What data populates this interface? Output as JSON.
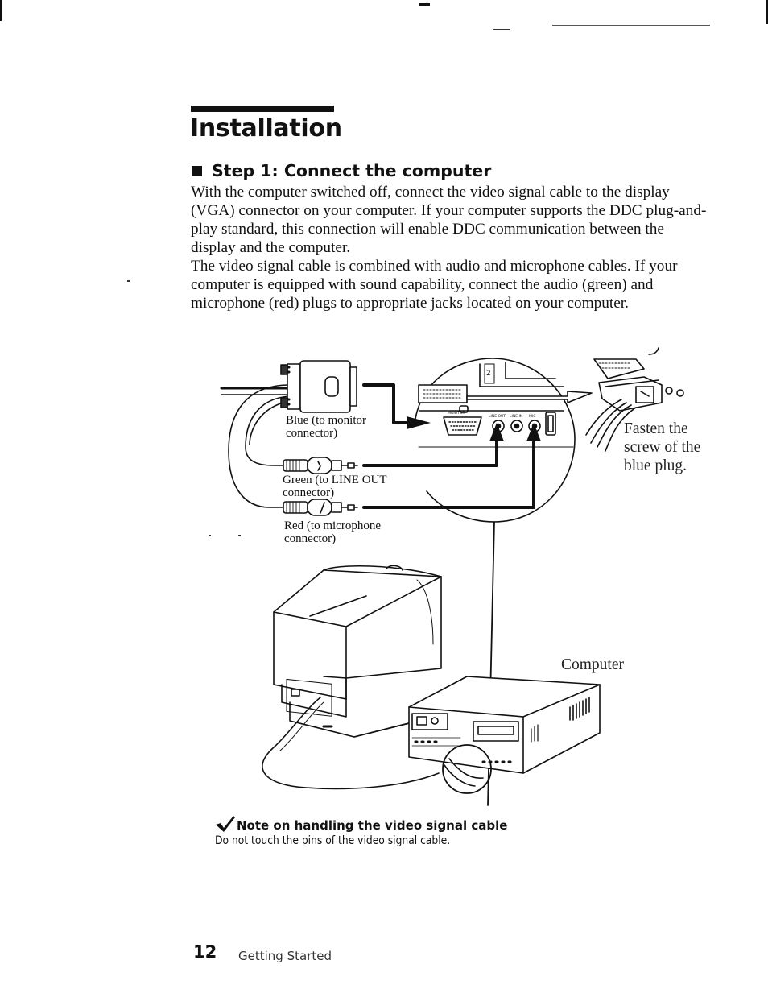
{
  "page": {
    "title": "Installation",
    "step_heading": "Step 1: Connect the computer",
    "paragraphs": [
      "With the computer switched off, connect the video signal cable to the display (VGA) connector on your computer. If your computer supports the DDC plug-and-play standard, this connection will enable DDC communication between the display and the computer.",
      "The video signal cable is combined with audio and microphone cables. If your computer is equipped with sound capability, connect the audio (green) and microphone (red) plugs to appropriate jacks located on your computer."
    ]
  },
  "diagram": {
    "labels": {
      "blue_line1": "Blue (to monitor",
      "blue_line2": "connector)",
      "green_line1": "Green (to LINE OUT",
      "green_line2": "connector)",
      "red_line1": "Red (to microphone",
      "red_line2": "connector)",
      "fasten_line1": "Fasten the",
      "fasten_line2": "screw of the",
      "fasten_line3": "blue plug.",
      "computer": "Computer"
    },
    "panel_labels": {
      "monitor": "MONITOR",
      "line_out": "LINE OUT",
      "line_in": "LINE IN",
      "mic": "MIC",
      "port_number": "2"
    },
    "icons": [
      "vga-plug-icon",
      "audio-plug-icon",
      "monitor-icon",
      "computer-icon",
      "arrow-icon"
    ]
  },
  "note": {
    "icon": "checkmark-icon",
    "heading": "Note on handling the video signal cable",
    "text": "Do not touch the pins of the video signal cable."
  },
  "footer": {
    "page_number": "12",
    "section": "Getting Started"
  }
}
